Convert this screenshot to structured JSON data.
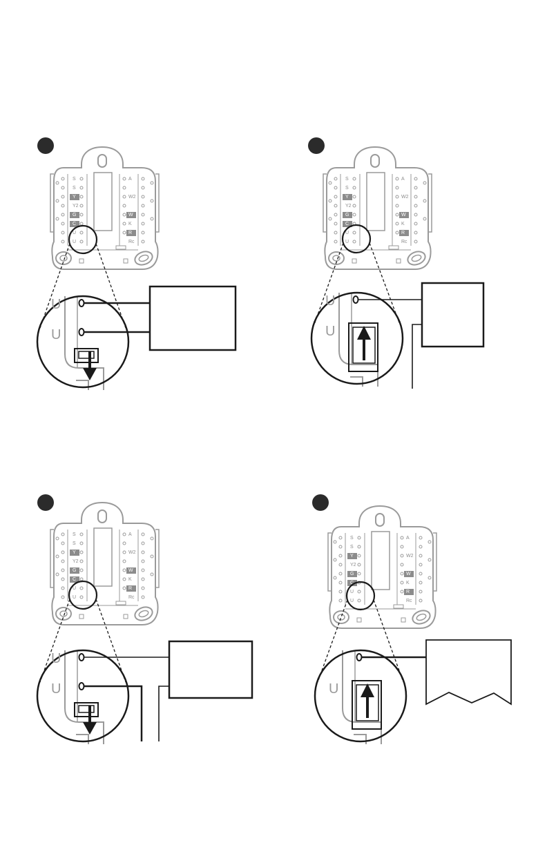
{
  "colors": {
    "stroke": "#9a9a9a",
    "ink": "#1a1a1a",
    "badge": "#2b2b2b",
    "highlight": "#8c8c8c",
    "background": "#ffffff"
  },
  "terminals": {
    "left": [
      "S",
      "S",
      "Y",
      "Y2",
      "G",
      "C",
      "U",
      "U"
    ],
    "right": [
      "A",
      "W2",
      "",
      "W",
      "K",
      "R",
      "Rc"
    ],
    "left_highlighted": [
      "Y",
      "G",
      "C"
    ],
    "right_highlighted": [
      "W",
      "R"
    ]
  },
  "magnified_terminal": "U",
  "panels": [
    {
      "id": "1",
      "jumper": "down",
      "right_box_shape": "rect"
    },
    {
      "id": "2",
      "jumper": "up",
      "right_box_shape": "rect"
    },
    {
      "id": "3",
      "jumper": "down",
      "right_box_shape": "rect"
    },
    {
      "id": "4",
      "jumper": "up",
      "right_box_shape": "torn"
    }
  ]
}
